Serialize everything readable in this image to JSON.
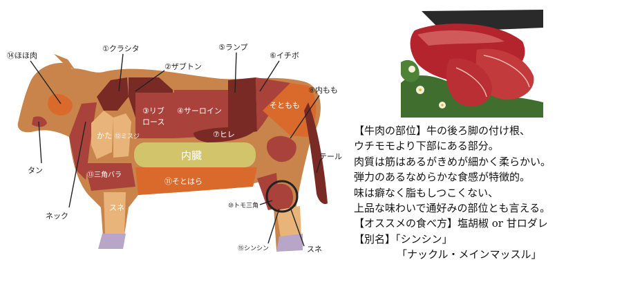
{
  "diagram": {
    "cuts": {
      "hohoniku": "⑭ほほ肉",
      "kurashita": "①クラシタ",
      "zabuton": "②ザブトン",
      "ribroast_1": "③リブ",
      "ribroast_2": "ロース",
      "sirloin": "④サーロイン",
      "rump": "⑤ランプ",
      "ichibo": "⑥イチボ",
      "hire": "⑦ヒレ",
      "uchimomo": "⑧内もも",
      "sotomomo": "そともも",
      "kata": "かた",
      "misuji": "⑫ミスジ",
      "sankakubara": "⑬三角バラ",
      "naizou": "内臓",
      "sotohara": "⑪そとはら",
      "sune_front": "スネ",
      "tomosankaku": "⑩トモ三角",
      "shinshin": "⑮シンシン",
      "sune_rear": "スネ",
      "tan": "タン",
      "neck": "ネック",
      "tail": "テール"
    }
  },
  "description": {
    "lines": [
      "【牛肉の部位】牛の後ろ脚の付け根、",
      "ウチモモより下部にある部分。",
      "肉質は筋はあるがきめが細かく柔らかい。",
      "弾力のあるなめらかな食感が特徴的。",
      "味は癖なく脂もしつこくない、",
      "上品な味わいで通好みの部位とも言える。",
      "【オススメの食べ方】塩胡椒 or 甘ロダレ",
      "【別名】「シンシン」"
    ],
    "indented_line": "「ナックル・メインマッスル」"
  },
  "colors": {
    "body": "#c8844a",
    "dark_cut": "#7a2a24",
    "red_cut": "#a8423a",
    "orange_cut": "#d96a2c",
    "light_cut": "#e8b47a",
    "organ": "#d2c46a",
    "hoof": "#b8a6c8"
  }
}
